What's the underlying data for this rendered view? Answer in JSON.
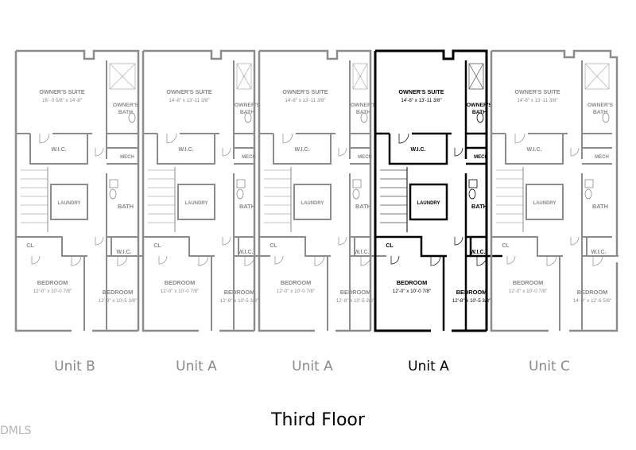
{
  "title": "Third Floor",
  "watermark": "DMLS",
  "colors": {
    "gray_wall": "#8c8c8c",
    "gray_text": "#8a8a8a",
    "highlight_wall": "#000000",
    "highlight_text": "#000000",
    "background": "#ffffff"
  },
  "units": [
    {
      "label": "Unit B",
      "highlight": false,
      "rooms": {
        "owners_suite": {
          "name": "OWNER'S SUITE",
          "dim": "16'- 0 5/8\" x 14'-8\""
        },
        "owners_bath": {
          "name1": "OWNER'S",
          "name2": "BATH"
        },
        "wic": "W.I.C.",
        "mech": "MECH",
        "laundry": "LAUNDRY",
        "bath": "BATH",
        "cl": "CL",
        "wic2": "W.I.C.",
        "bedroom1": {
          "name": "BEDROOM",
          "dim": "12'-0\" x 10'-0 7/8\""
        },
        "bedroom2": {
          "name": "BEDROOM",
          "dim": "12'-8\" x 10'-5 3/8\""
        }
      }
    },
    {
      "label": "Unit A",
      "highlight": false,
      "rooms": {
        "owners_suite": {
          "name": "OWNER'S SUITE",
          "dim": "14'-8\" x 13'-11 3/8\""
        },
        "owners_bath": {
          "name1": "OWNER'S",
          "name2": "BATH"
        },
        "wic": "W.I.C.",
        "mech": "MECH",
        "laundry": "LAUNDRY",
        "bath": "BATH",
        "cl": "CL",
        "wic2": "W.I.C.",
        "bedroom1": {
          "name": "BEDROOM",
          "dim": "12'-0\" x 10'-0 7/8\""
        },
        "bedroom2": {
          "name": "BEDROOM",
          "dim": "12'-8\" x 10'-5 3/8\""
        }
      }
    },
    {
      "label": "Unit A",
      "highlight": false,
      "rooms": {
        "owners_suite": {
          "name": "OWNER'S SUITE",
          "dim": "14'-8\" x 13'-11 3/8\""
        },
        "owners_bath": {
          "name1": "OWNER'S",
          "name2": "BATH"
        },
        "wic": "W.I.C.",
        "mech": "MECH",
        "laundry": "LAUNDRY",
        "bath": "BATH",
        "cl": "CL",
        "wic2": "W.I.C.",
        "bedroom1": {
          "name": "BEDROOM",
          "dim": "12'-0\" x 10'-0 7/8\""
        },
        "bedroom2": {
          "name": "BEDROOM",
          "dim": "12'-8\" x 10'-5 3/8\""
        }
      }
    },
    {
      "label": "Unit A",
      "highlight": true,
      "rooms": {
        "owners_suite": {
          "name": "OWNER'S SUITE",
          "dim": "14'-8\" x 13'-11 3/8\""
        },
        "owners_bath": {
          "name1": "OWNER'S",
          "name2": "BATH"
        },
        "wic": "W.I.C.",
        "mech": "MECH",
        "laundry": "LAUNDRY",
        "bath": "BATH",
        "cl": "CL",
        "wic2": "W.I.C.",
        "bedroom1": {
          "name": "BEDROOM",
          "dim": "12'-0\" x 10'-0 7/8\""
        },
        "bedroom2": {
          "name": "BEDROOM",
          "dim": "12'-8\" x 10'-5 3/8\""
        }
      }
    },
    {
      "label": "Unit C",
      "highlight": false,
      "rooms": {
        "owners_suite": {
          "name": "OWNER'S SUITE",
          "dim": "14'-8\" x 13'-11 3/8\""
        },
        "owners_bath": {
          "name1": "OWNER'S",
          "name2": "BATH"
        },
        "wic": "W.I.C.",
        "mech": "MECH",
        "laundry": "LAUNDRY",
        "bath": "BATH",
        "cl": "CL",
        "wic2": "W.I.C.",
        "bedroom1": {
          "name": "BEDROOM",
          "dim": "12'-0\" x 10'-0 7/8\""
        },
        "bedroom2": {
          "name": "BEDROOM",
          "dim": "14'-0\" x 12'-6 5/8\""
        }
      }
    }
  ]
}
